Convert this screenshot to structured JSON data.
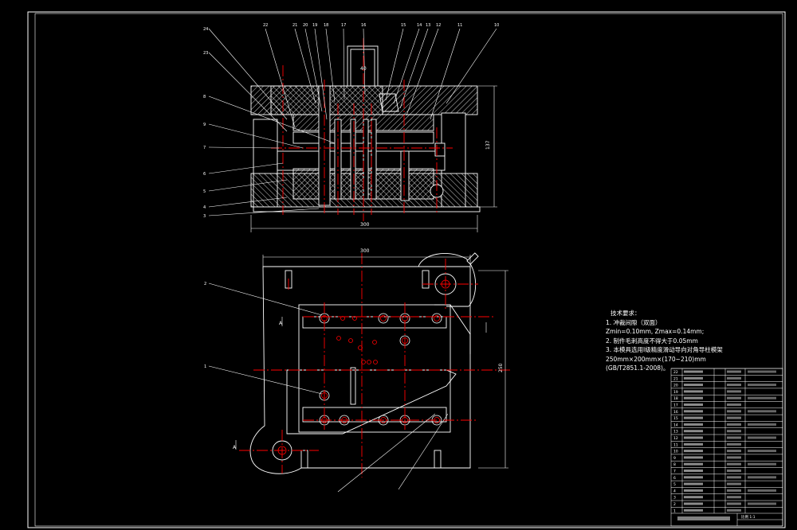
{
  "drawing": {
    "background": "#000000",
    "line_color": "#ffffff",
    "center_line_color": "#ff0000",
    "hole_color": "#ff0000",
    "hatch_color": "#ffffff",
    "section_view": {
      "leader_labels_top": [
        "22",
        "21",
        "20",
        "19",
        "18",
        "17",
        "16",
        "15",
        "14",
        "13",
        "12",
        "11",
        "10"
      ],
      "leader_labels_left": [
        "24",
        "23",
        "8",
        "9",
        "7",
        "6",
        "5",
        "4",
        "3"
      ],
      "width_dim": "300",
      "height_dim": "137",
      "punch_label": "40"
    },
    "plan_view": {
      "width_dim": "300",
      "height_dim": "250",
      "section_mark_a": "A",
      "section_mark_b": "A",
      "leader_left_1": "2",
      "leader_left_2": "1"
    },
    "technical_requirements": {
      "heading": "技术要求：",
      "lines": [
        "1. 冲裁间隙（双面）",
        "Zmin=0.10mm, Zmax=0.14mm;",
        "2. 制件毛刺高度不得大于0.05mm",
        "3. 本模具选用I级精度滑动导向对角导柱模架",
        "250mm×200mm×(170~210)mm",
        "(GB/T2851.1-2008)。"
      ]
    },
    "title_block": {
      "rows": [
        "22",
        "21",
        "20",
        "19",
        "18",
        "17",
        "16",
        "15",
        "14",
        "13",
        "12",
        "11",
        "10",
        "9",
        "8",
        "7",
        "6",
        "5",
        "4",
        "3",
        "2",
        "1"
      ],
      "footer": "比例 1:1"
    }
  }
}
